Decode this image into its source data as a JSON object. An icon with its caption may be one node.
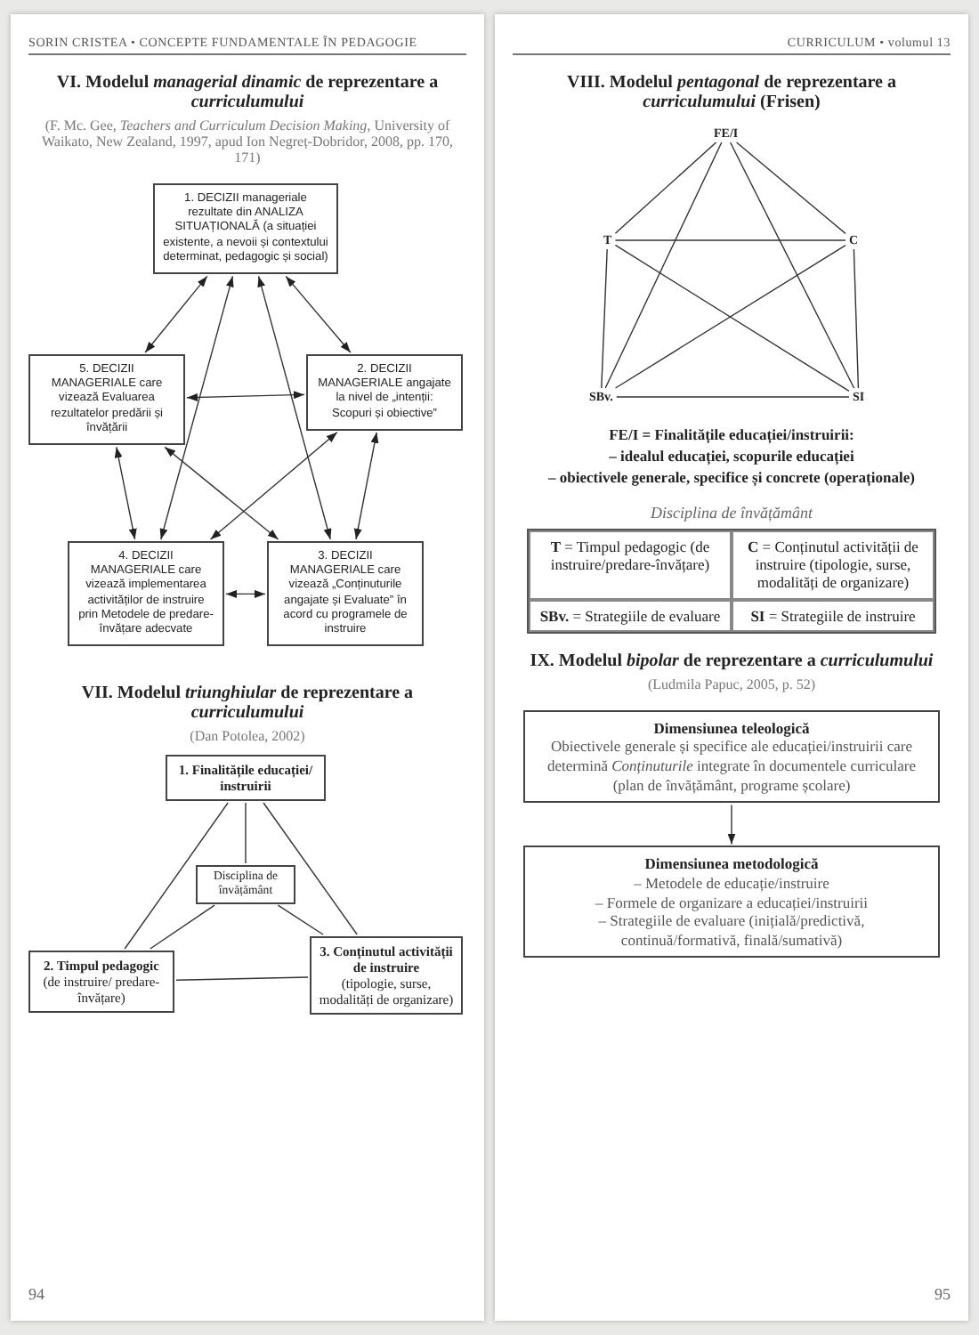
{
  "diagram": {
    "nodes": [
      {
        "text": [
          "1. DECIZII manageriale rezultate din ANALIZA SITUAȚIONALĂ (a situației existente, a nevoii și contextului determinat, pedagogic și social)"
        ]
      },
      {
        "text": [
          "5. DECIZII MANAGERIALE care vizează Evaluarea rezultatelor predării și învățării"
        ]
      },
      {
        "text": [
          "2. DECIZII MANAGERIALE angajate la nivel de „intenții: Scopuri și obiective”"
        ]
      },
      {
        "text": [
          "4. DECIZII MANAGERIALE care vizează implementarea activităților de instruire prin Metodele de predare-învățare adecvate"
        ]
      },
      {
        "text": [
          "3. DECIZII MANAGERIALE care vizează „Conținuturile angajate și Evaluate” în acord cu programele de instruire"
        ]
      },
      {
        "text": [
          "1. Finalitățile educației/ instruirii"
        ]
      },
      {
        "text": [
          "Disciplina de învățământ"
        ]
      },
      {
        "text": [
          "2. Timpul pedagogic",
          "(de instruire/ predare-învățare)"
        ]
      },
      {
        "text": [
          "3. Conținutul activității de instruire",
          "(tipologie, surse, modalități de organizare)"
        ]
      },
      {
        "text": [
          "FE/I"
        ]
      },
      {
        "text": [
          "T"
        ]
      },
      {
        "text": [
          "C"
        ]
      },
      {
        "text": [
          "SBv."
        ]
      },
      {
        "text": [
          "SI"
        ]
      },
      {
        "text": [
          "Dimensiunea teleologică",
          "Obiectivele generale și specifice ale educației/instruirii care determină *Conținuturile* integrate în documentele curriculare (plan de învățământ, programe școlare)"
        ]
      },
      {
        "text": [
          "Dimensiunea metodologică",
          "– Metodele de educație/instruire",
          "– Formele de organizare a educației/instruirii",
          "– Strategiile de evaluare (inițială/predictivă, continuă/formativă, finală/sumativă)"
        ]
      }
    ],
    "edges": [
      {
        "from": 0,
        "to": 2,
        "arrow": "both"
      },
      {
        "from": 0,
        "to": 1,
        "arrow": "both"
      },
      {
        "from": 0,
        "to": 3,
        "arrow": "both"
      },
      {
        "from": 0,
        "to": 4,
        "arrow": "both"
      },
      {
        "from": 1,
        "to": 2,
        "arrow": "both"
      },
      {
        "from": 1,
        "to": 3,
        "arrow": "both"
      },
      {
        "from": 1,
        "to": 4,
        "arrow": "both"
      },
      {
        "from": 2,
        "to": 3,
        "arrow": "both"
      },
      {
        "from": 2,
        "to": 4,
        "arrow": "both"
      },
      {
        "from": 3,
        "to": 4,
        "arrow": "both"
      },
      {
        "from": 5,
        "to": 7,
        "arrow": "none"
      },
      {
        "from": 5,
        "to": 8,
        "arrow": "none"
      },
      {
        "from": 5,
        "to": 6,
        "arrow": "none"
      },
      {
        "from": 6,
        "to": 7,
        "arrow": "none"
      },
      {
        "from": 6,
        "to": 8,
        "arrow": "none"
      },
      {
        "from": 7,
        "to": 8,
        "arrow": "none"
      },
      {
        "from": 9,
        "to": 10,
        "arrow": "none"
      },
      {
        "from": 9,
        "to": 11,
        "arrow": "none"
      },
      {
        "from": 9,
        "to": 12,
        "arrow": "none"
      },
      {
        "from": 9,
        "to": 13,
        "arrow": "none"
      },
      {
        "from": 10,
        "to": 11,
        "arrow": "none"
      },
      {
        "from": 10,
        "to": 12,
        "arrow": "none"
      },
      {
        "from": 10,
        "to": 13,
        "arrow": "none"
      },
      {
        "from": 11,
        "to": 12,
        "arrow": "none"
      },
      {
        "from": 11,
        "to": 13,
        "arrow": "none"
      },
      {
        "from": 12,
        "to": 13,
        "arrow": "none"
      },
      {
        "from": 14,
        "to": 15,
        "arrow": "to"
      }
    ],
    "labels": [
      "SORIN CRISTEA • CONCEPTE FUNDAMENTALE ÎN PEDAGOGIE",
      "VI. Modelul *managerial dinamic* de reprezentare a *curriculumului*",
      "(F. Mc. Gee, *Teachers and Curriculum Decision Making*, University of Waikato, New Zealand, 1997, apud Ion Negreț-Dobridor, 2008, pp. 170, 171)",
      "VII. Modelul *triunghiular* de reprezentare a *curriculumului*",
      "(Dan Potolea, 2002)",
      "94",
      "CURRICULUM • volumul 13",
      "VIII. Modelul *pentagonal* de reprezentare a *curriculumului* (Frisen)",
      "FE/I = Finalitățile educației/instruirii:",
      "– idealul educației, scopurile educației",
      "– obiectivele generale, specifice și concrete (operaționale)",
      "Disciplina de învățământ",
      "**T** = Timpul pedagogic (de instruire/predare-învățare)",
      "**C** = Conținutul activității de instruire (tipologie, surse, modalități de organizare)",
      "**SBv.** = Strategiile de evaluare",
      "**SI** = Strategiile de instruire",
      "IX. Modelul *bipolar* de reprezentare a *curriculumului*",
      "(Ludmila Papuc, 2005, p. 52)",
      "95"
    ]
  }
}
